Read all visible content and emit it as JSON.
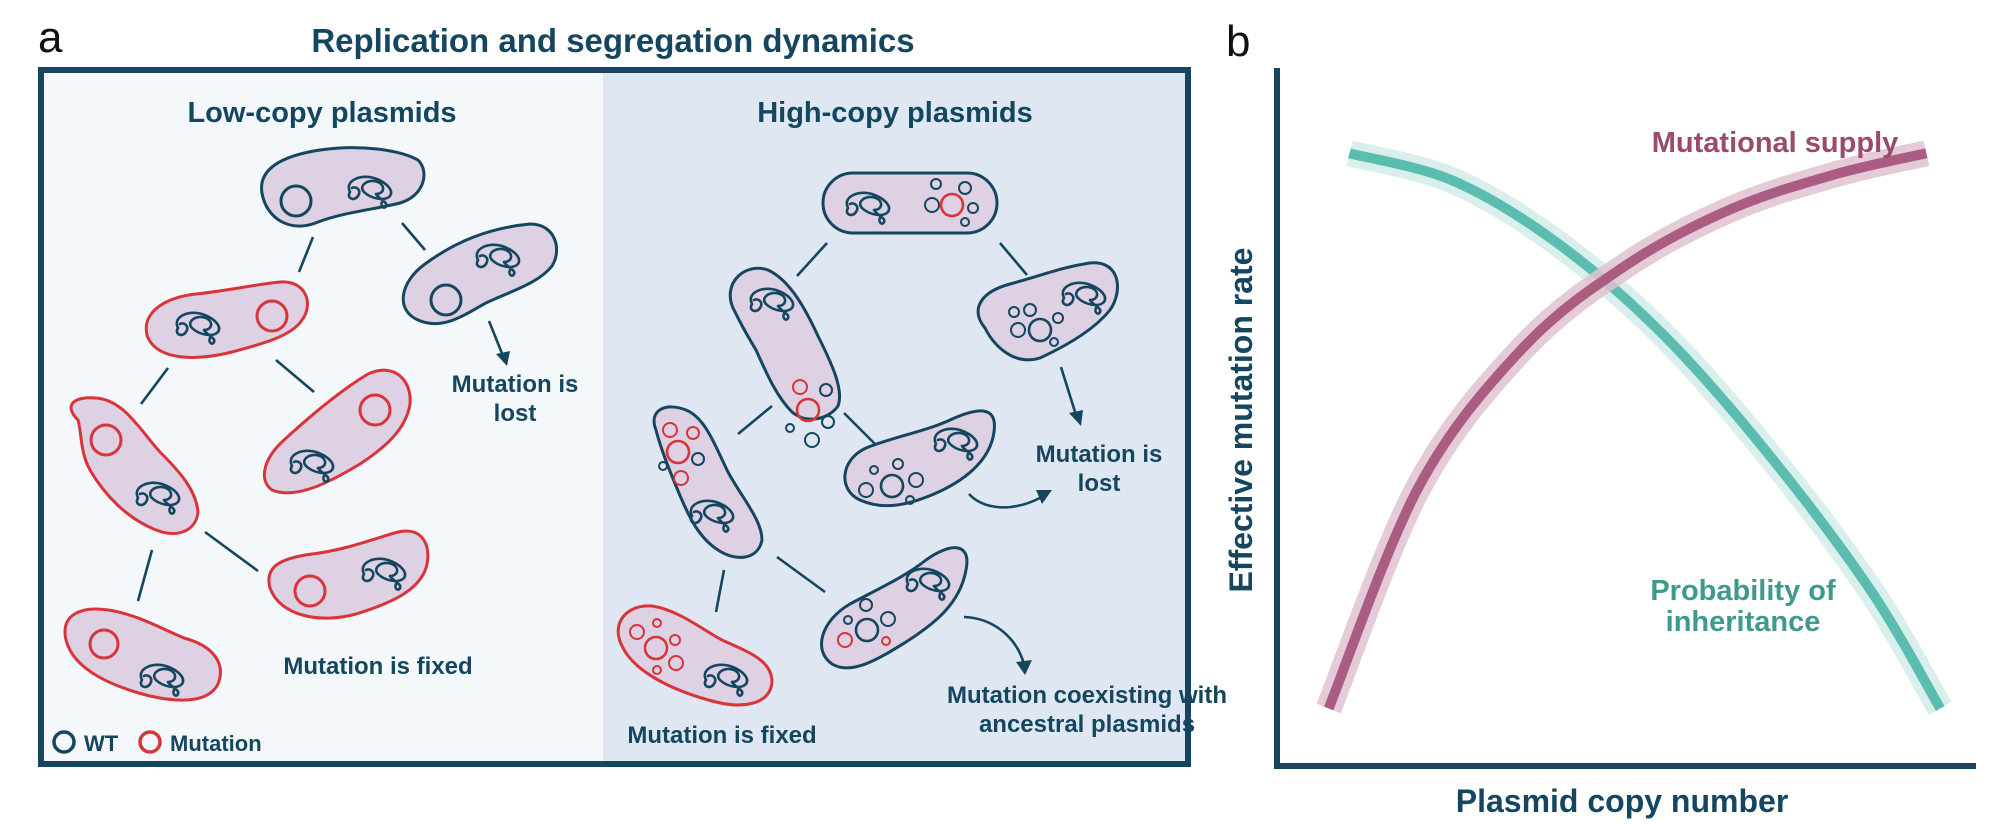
{
  "panel_a": {
    "letter": "a",
    "title": "Replication and segregation dynamics",
    "low_copy": {
      "heading": "Low-copy plasmids",
      "label_lost_1": "Mutation is",
      "label_lost_2": "lost",
      "label_fixed": "Mutation is fixed"
    },
    "high_copy": {
      "heading": "High-copy plasmids",
      "label_lost_1": "Mutation is",
      "label_lost_2": "lost",
      "label_fixed": "Mutation is fixed",
      "label_coexist_1": "Mutation coexisting with",
      "label_coexist_2": "ancestral plasmids"
    },
    "legend": {
      "wt": "WT",
      "mutation": "Mutation"
    }
  },
  "panel_b": {
    "letter": "b"
  },
  "colors": {
    "navy": "#15465f",
    "red": "#d8343a",
    "cell_fill": "#ddd1e3",
    "low_bg": "#f5f8fb",
    "high_bg": "#dfe8f2",
    "teal": "#5bbcb0",
    "teal_halo": "#d9efec",
    "magenta": "#a8567c",
    "magenta_halo": "#dfc2d0",
    "magenta_text": "#9a4a6d",
    "teal_text": "#3f9a8e"
  },
  "chart_data": {
    "type": "line",
    "title": "",
    "xlabel": "Plasmid copy number",
    "ylabel": "Effective mutation rate",
    "xlim": [
      0,
      1
    ],
    "ylim": [
      0,
      1
    ],
    "grid": false,
    "ticks": "none",
    "series": [
      {
        "name": "Mutational supply",
        "trend": "increasing, concave",
        "x": [
          0.07,
          0.2,
          0.35,
          0.5,
          0.65,
          0.8,
          0.93
        ],
        "y": [
          0.08,
          0.4,
          0.6,
          0.72,
          0.8,
          0.85,
          0.88
        ]
      },
      {
        "name": "Probability of inheritance",
        "trend": "decreasing, concave",
        "x": [
          0.1,
          0.25,
          0.4,
          0.55,
          0.7,
          0.85,
          0.95
        ],
        "y": [
          0.88,
          0.84,
          0.75,
          0.62,
          0.45,
          0.25,
          0.08
        ]
      }
    ],
    "annotations": [
      "Mutational supply",
      "Probability of inheritance"
    ]
  }
}
